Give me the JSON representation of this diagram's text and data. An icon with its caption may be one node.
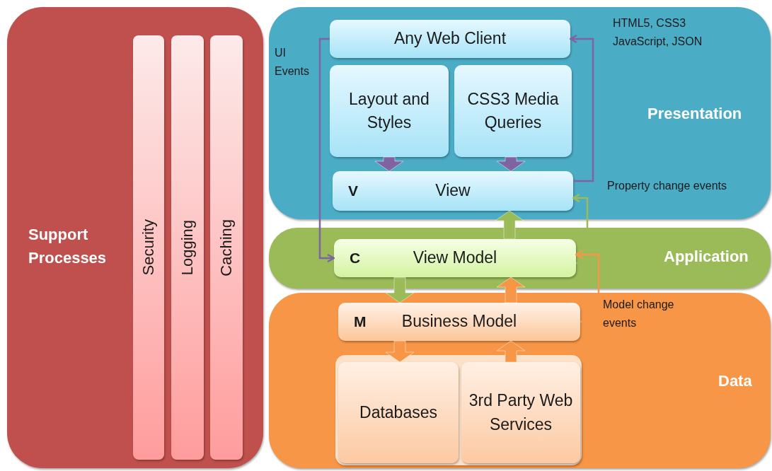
{
  "diagram": {
    "nodes": [
      {
        "text": [
          "Support Processes"
        ]
      },
      {
        "text": [
          "Security"
        ],
        "in": 0
      },
      {
        "text": [
          "Logging"
        ],
        "in": 0
      },
      {
        "text": [
          "Caching"
        ],
        "in": 0
      },
      {
        "text": [
          "Presentation"
        ]
      },
      {
        "text": [
          "Any Web Client"
        ],
        "in": 4
      },
      {
        "text": [
          "Layout and Styles"
        ],
        "in": 4
      },
      {
        "text": [
          "CSS3 Media Queries"
        ],
        "in": 4
      },
      {
        "text": [
          "V",
          "View"
        ],
        "in": 4
      },
      {
        "text": [
          "Application"
        ]
      },
      {
        "text": [
          "C",
          "View Model"
        ],
        "in": 9
      },
      {
        "text": [
          "Data"
        ]
      },
      {
        "text": [
          "M",
          "Business Model"
        ],
        "in": 11
      },
      {
        "text": [
          "Databases"
        ],
        "in": 11
      },
      {
        "text": [
          "3rd Party Web Services"
        ],
        "in": 11
      }
    ],
    "edges": [
      {
        "from": 6,
        "to": 8,
        "arrow": "to",
        "style": "thick",
        "color": "#8064a2"
      },
      {
        "from": 7,
        "to": 8,
        "arrow": "to",
        "style": "thick",
        "color": "#8064a2"
      },
      {
        "from": 10,
        "to": 8,
        "arrow": "to",
        "style": "thick",
        "color": "#9bbb59"
      },
      {
        "from": 10,
        "to": 12,
        "arrow": "to",
        "style": "thick",
        "color": "#9bbb59"
      },
      {
        "from": 12,
        "to": 10,
        "arrow": "to",
        "style": "thick",
        "color": "#f79646"
      },
      {
        "from": 12,
        "to": 13,
        "arrow": "to",
        "style": "thick",
        "color": "#f79646"
      },
      {
        "from": 14,
        "to": 12,
        "arrow": "to",
        "style": "thick",
        "color": "#f79646"
      },
      {
        "from": 5,
        "to": 10,
        "arrow": "to",
        "label": "UI Events",
        "color": "#8064a2"
      },
      {
        "from": 8,
        "to": 5,
        "arrow": "to",
        "color": "#8064a2"
      },
      {
        "from": 10,
        "to": 8,
        "arrow": "to",
        "label": "Property change events",
        "color": "#9bbb59"
      },
      {
        "from": 12,
        "to": 10,
        "arrow": "to",
        "label": "Model change events",
        "color": "#f79646"
      }
    ],
    "labels": [
      "HTML5, CSS3 JavaScript, JSON"
    ]
  }
}
